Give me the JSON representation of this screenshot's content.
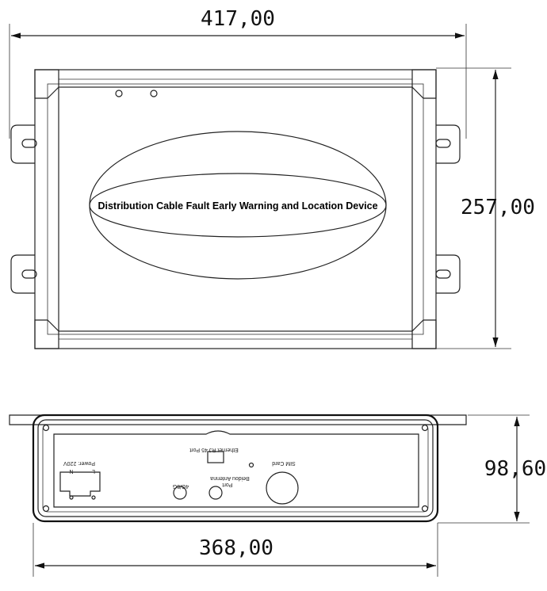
{
  "dimensions": {
    "top_width": "417,00",
    "height": "257,00",
    "depth": "98,60",
    "bottom_width": "368,00"
  },
  "device_title": "Distribution Cable Fault Early Warning and Location Device",
  "ports": {
    "power": "Power: 220V",
    "l_label": "L",
    "n_label": "N",
    "ethernet": "Ethernet RJ 45 Port",
    "beidou": "Beidou Antenna",
    "beidou_port": "Port",
    "lte": "4G/5G",
    "sim": "SIM Card"
  }
}
